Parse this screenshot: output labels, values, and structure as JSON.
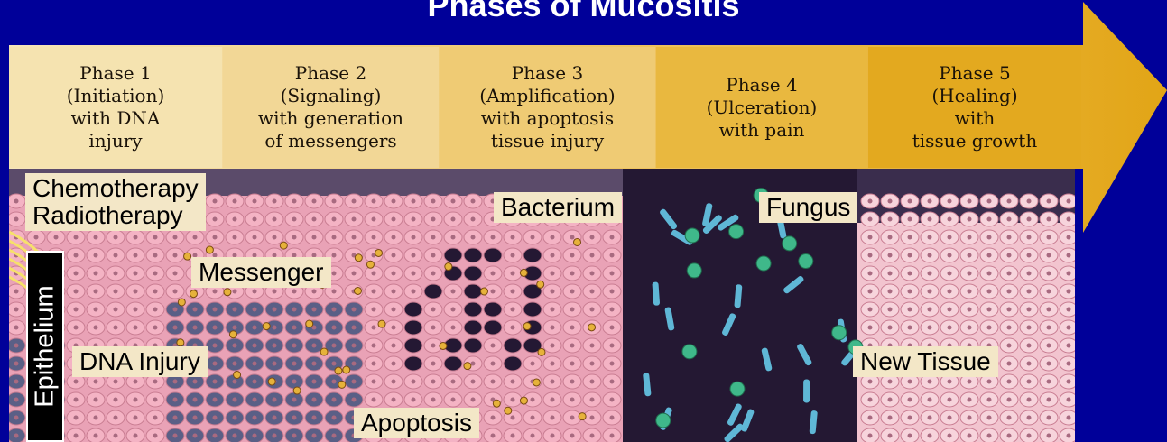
{
  "title": "Phases of Mucositis",
  "phases": [
    {
      "lines": [
        "Phase 1",
        "(Initiation)",
        "with DNA",
        "injury"
      ],
      "color": "#f5e3b0"
    },
    {
      "lines": [
        "Phase 2",
        "(Signaling)",
        "with generation",
        "of messengers"
      ],
      "color": "#f2d796"
    },
    {
      "lines": [
        "Phase 3",
        "(Amplification)",
        "with apoptosis",
        "tissue injury"
      ],
      "color": "#efcb74"
    },
    {
      "lines": [
        "Phase 4",
        "(Ulceration)",
        "with pain"
      ],
      "color": "#e9b83f"
    },
    {
      "lines": [
        "Phase 5",
        "(Healing)",
        "with",
        "tissue growth"
      ],
      "color": "#e3a91f"
    }
  ],
  "labels": {
    "treatment_line1": "Chemotherapy",
    "treatment_line2": "Radiotherapy",
    "messenger": "Messenger",
    "dna_injury": "DNA Injury",
    "apoptosis": "Apoptosis",
    "bacterium": "Bacterium",
    "fungus": "Fungus",
    "new_tissue": "New Tissue",
    "epithelium": "Epithelium"
  },
  "colors": {
    "background": "#000099",
    "arrow": "#e7b02a",
    "label_bg": "#f3e7c7",
    "tissue_pink": "#f0a6b8",
    "damaged_cells": "#5a5f86",
    "ulcer": "#241833",
    "bacterium": "#5fb7d6",
    "fungus": "#3fb88a"
  }
}
